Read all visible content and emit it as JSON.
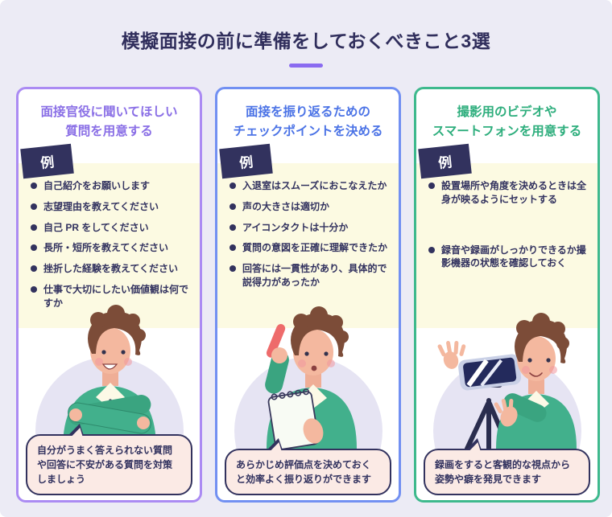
{
  "header": {
    "title": "模擬面接の前に準備をしておくべきこと3選",
    "underline_color": "#8A6BF0",
    "background_color": "#ECEBF5",
    "text_color": "#302E5C"
  },
  "cards": [
    {
      "name": "prepare-questions",
      "accent_color": "#8A6FE6",
      "border_color": "#AB8BF3",
      "title_lines": [
        "面接官役に聞いてほしい",
        "質問を用意する"
      ],
      "example_label": "例",
      "bullets": [
        "自己紹介をお願いします",
        "志望理由を教えてください",
        "自己 PR をしてください",
        "長所・短所を教えてください",
        "挫折した経験を教えてください",
        "仕事で大切にしたい価値観は何ですか"
      ],
      "note": "自分がうまく答えられない質問や回答に不安がある質問を対策しましょう",
      "illustration": "man-arms-crossed"
    },
    {
      "name": "decide-checkpoints",
      "accent_color": "#4B73E6",
      "border_color": "#7290F2",
      "title_lines": [
        "面接を振り返るための",
        "チェックポイントを決める"
      ],
      "example_label": "例",
      "bullets": [
        "入退室はスムーズにおこなえたか",
        "声の大きさは適切か",
        "アイコンタクトは十分か",
        "質問の意図を正確に理解できたか",
        "回答には一貫性があり、具体的で説得力があったか"
      ],
      "note": "あらかじめ評価点を決めておくと効率よく振り返りができます",
      "illustration": "man-with-pen-and-notepad"
    },
    {
      "name": "prepare-camera",
      "accent_color": "#2EAE7D",
      "border_color": "#3EB98D",
      "title_lines": [
        "撮影用のビデオや",
        "スマートフォンを用意する"
      ],
      "example_label": "例",
      "bullets": [
        "設置場所や角度を決めるときは全身が映るようにセットする",
        "録音や録画がしっかりできるか撮影機器の状態を確認しておく"
      ],
      "note": "録画をすると客観的な視点から姿勢や癖を発見できます",
      "illustration": "man-with-smartphone-tripod"
    }
  ]
}
